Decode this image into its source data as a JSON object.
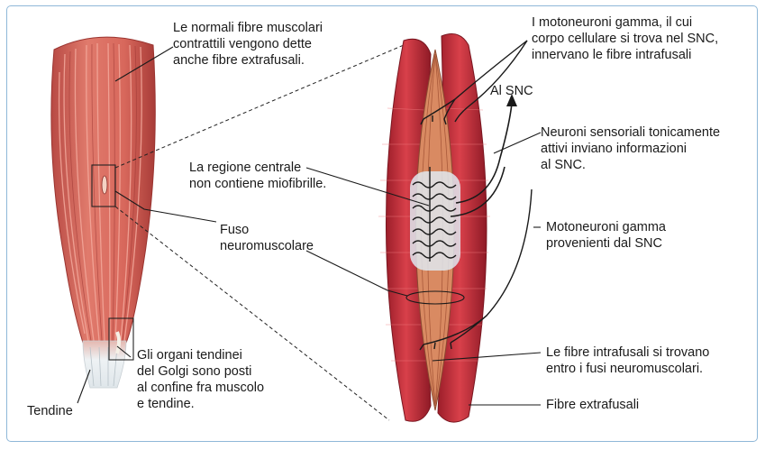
{
  "labels": {
    "extrafusal_note": "Le normali fibre muscolari\ncontrattili vengono dette\nanche fibre extrafusali.",
    "gamma_cell_body": "I motoneuroni gamma, il cui\ncorpo cellulare si trova nel SNC,\ninnervano le fibre intrafusali",
    "to_cns": "Al SNC",
    "sensory_neurons": "Neuroni sensoriali tonicamente\nattivi inviano informazioni\nal SNC.",
    "central_region": "La regione centrale\nnon contiene miofibrille.",
    "muscle_spindle": "Fuso\nneuromuscolare",
    "gamma_from_cns": "Motoneuroni gamma\nprovenienti dal SNC",
    "golgi_organs": "Gli organi tendinei\ndel Golgi sono posti\nal confine fra muscolo\ne tendine.",
    "tendon": "Tendine",
    "intrafusal_fibers": "Le fibre intrafusali si trovano\nentro i fusi neuromuscolari.",
    "extrafusal_fibers": "Fibre extrafusali"
  },
  "colors": {
    "muscle": "#d2645a",
    "muscle_dark": "#b0403c",
    "extrafusal_fiber": "#c8323c",
    "intrafusal_fiber": "#d98a62",
    "tendon": "#e8eef2",
    "frame": "#8fb8d8"
  }
}
